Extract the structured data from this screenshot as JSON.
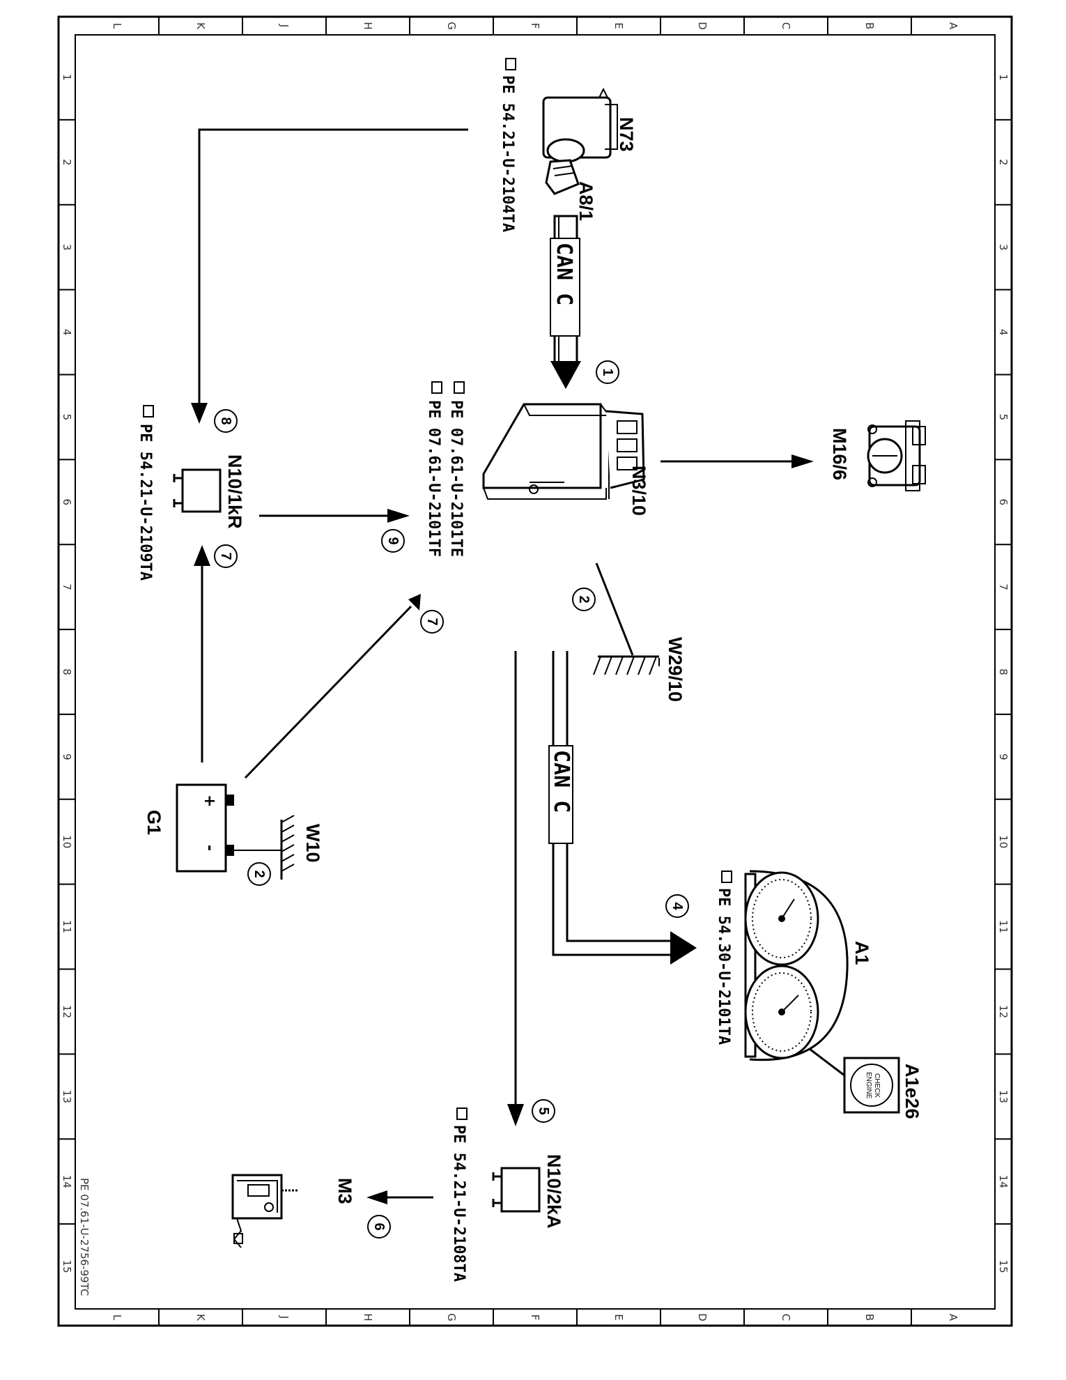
{
  "border": {
    "letters": [
      "L",
      "K",
      "J",
      "H",
      "G",
      "F",
      "E",
      "D",
      "C",
      "B",
      "A"
    ],
    "numbers": [
      "1",
      "2",
      "3",
      "4",
      "5",
      "6",
      "7",
      "8",
      "9",
      "10",
      "11",
      "12",
      "13",
      "14",
      "15"
    ]
  },
  "drawing_id": "PE 07.61-U-2756-99TC",
  "components": {
    "n73": "N73",
    "a8_1": "A8/1",
    "n3_10": "N3/10",
    "m16_6": "M16/6",
    "n10_1kr": "N10/1kR",
    "w29_10": "W29/10",
    "g1": "G1",
    "w10": "W10",
    "a1": "A1",
    "a1e26": "A1e26",
    "n10_2ka": "N10/2kA",
    "m3": "M3"
  },
  "references": {
    "n73": "PE 54.21-U-2104TA",
    "n3_10_a": "PE 07.61-U-2101TE",
    "n3_10_b": "PE 07.61-U-2101TF",
    "n10_1kr": "PE 54.21-U-2109TA",
    "a1": "PE 54.30-U-2101TA",
    "n10_2ka": "PE 54.21-U-2108TA"
  },
  "bus_labels": {
    "can_top": "CAN C",
    "can_bottom": "CAN C"
  },
  "steps": {
    "s1": "1",
    "s2_top": "2",
    "s2_bottom": "2",
    "s4": "4",
    "s5": "5",
    "s6": "6",
    "s7_left": "7",
    "s7_right": "7",
    "s8": "8",
    "s9": "9"
  },
  "battery": {
    "plus": "+",
    "minus": "-"
  },
  "warning_lamp": {
    "line1": "CHECK",
    "line2": "ENGINE"
  },
  "colors": {
    "ink": "#000000",
    "paper": "#ffffff"
  }
}
